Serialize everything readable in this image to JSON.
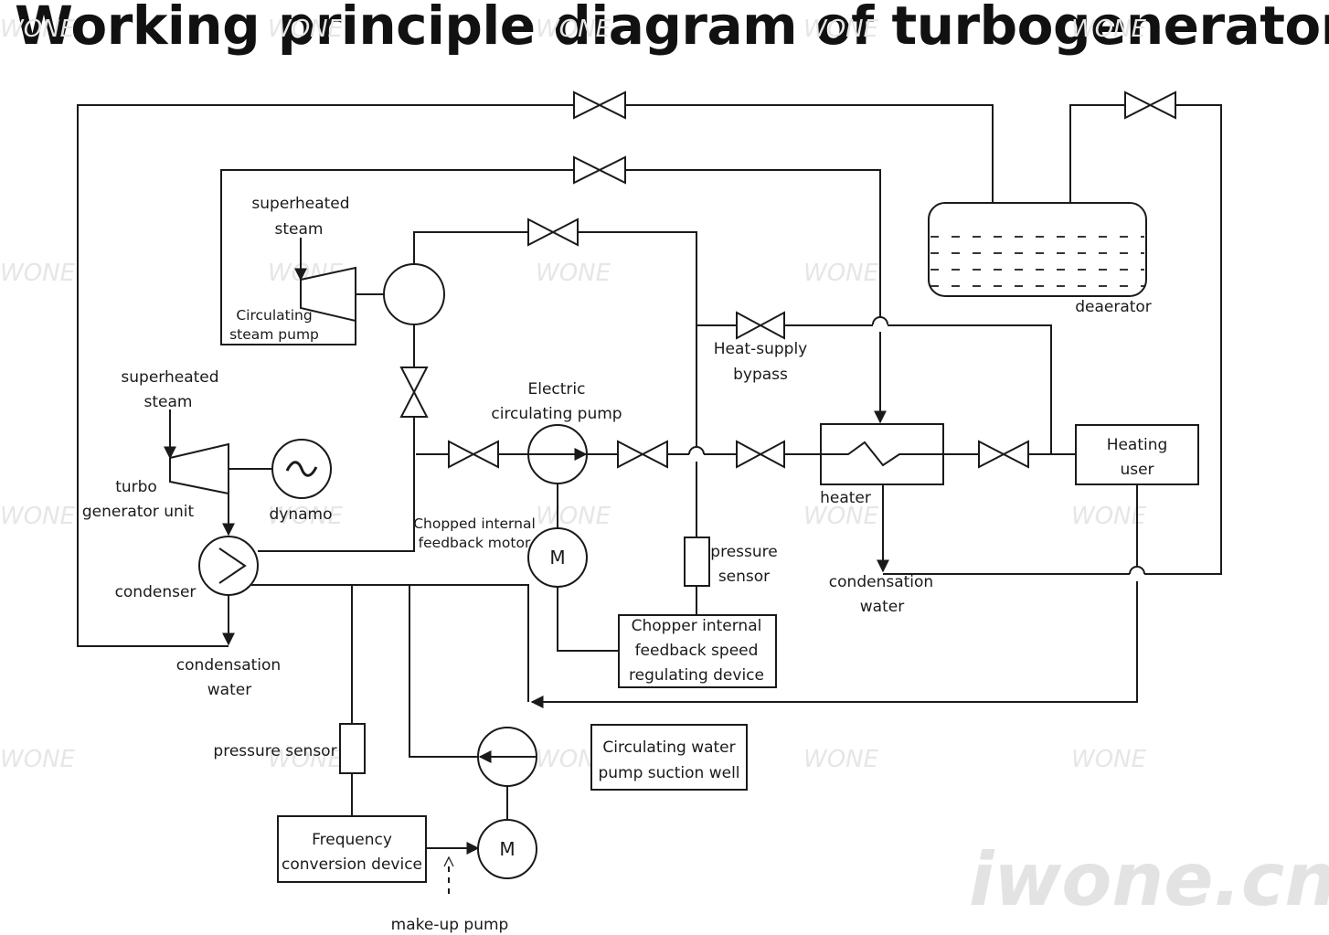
{
  "title": "Working principle diagram of turbogenerator",
  "watermark": "WONE",
  "brand_watermark": "iwone.cn",
  "labels": {
    "superheated_steam_1a": "superheated",
    "superheated_steam_1b": "steam",
    "circ_steam_pump_a": "Circulating",
    "circ_steam_pump_b": "steam pump",
    "superheated_steam_2a": "superheated",
    "superheated_steam_2b": "steam",
    "turbo_a": "turbo",
    "turbo_b": "generator unit",
    "dynamo": "dynamo",
    "dynamo_symbol": "~",
    "condenser": "condenser",
    "condensation_water_1a": "condensation",
    "condensation_water_1b": "water",
    "electric_pump_a": "Electric",
    "electric_pump_b": "circulating pump",
    "chopped_motor_a": "Chopped internal",
    "chopped_motor_b": "feedback motor",
    "motor_m_1": "M",
    "pressure_sensor_1a": "pressure",
    "pressure_sensor_1b": "sensor",
    "chopper_a": "Chopper internal",
    "chopper_b": "feedback speed",
    "chopper_c": "regulating device",
    "heat_supply_a": "Heat-supply",
    "heat_supply_b": "bypass",
    "deaerator": "deaerator",
    "heater": "heater",
    "heating_user_a": "Heating",
    "heating_user_b": "user",
    "condensation_water_2a": "condensation",
    "condensation_water_2b": "water",
    "pressure_sensor_2": "pressure sensor",
    "circ_well_a": "Circulating water",
    "circ_well_b": "pump suction well",
    "freq_a": "Frequency",
    "freq_b": "conversion device",
    "motor_m_2": "M",
    "makeup_pump": "make-up pump"
  }
}
